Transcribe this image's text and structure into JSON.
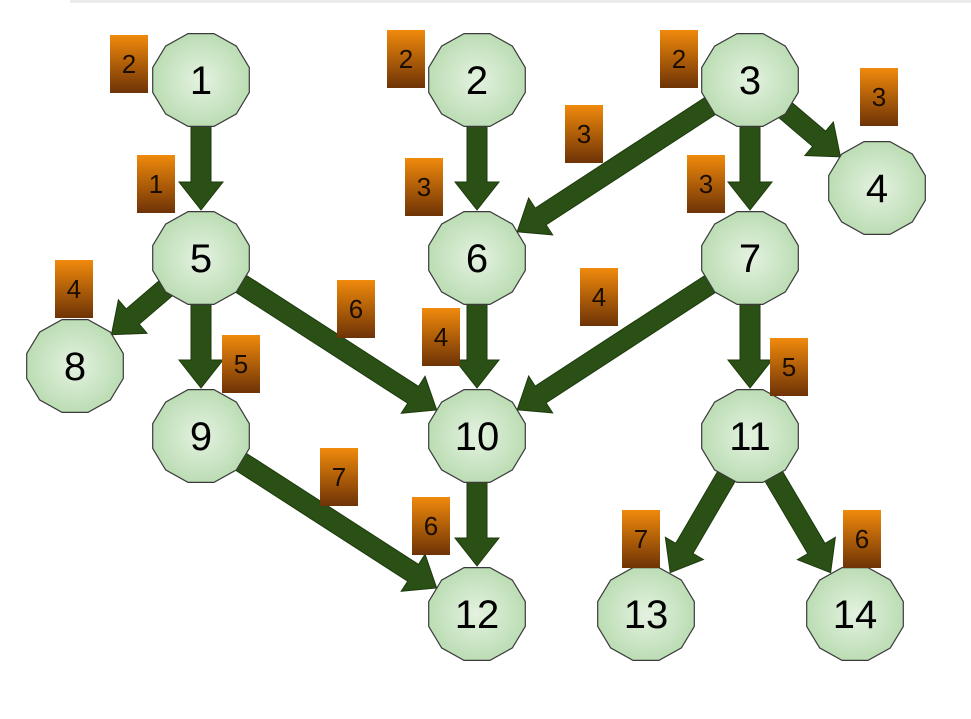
{
  "nodes": [
    {
      "id": "1",
      "label": "1",
      "weight": "2"
    },
    {
      "id": "2",
      "label": "2",
      "weight": "2"
    },
    {
      "id": "3",
      "label": "3",
      "weight": "2"
    },
    {
      "id": "4",
      "label": "4",
      "weight": "3"
    },
    {
      "id": "5",
      "label": "5"
    },
    {
      "id": "6",
      "label": "6"
    },
    {
      "id": "7",
      "label": "7"
    },
    {
      "id": "8",
      "label": "8"
    },
    {
      "id": "9",
      "label": "9"
    },
    {
      "id": "10",
      "label": "10"
    },
    {
      "id": "11",
      "label": "11"
    },
    {
      "id": "12",
      "label": "12"
    },
    {
      "id": "13",
      "label": "13"
    },
    {
      "id": "14",
      "label": "14"
    }
  ],
  "edges": [
    {
      "from": "1",
      "to": "5",
      "weight": "1"
    },
    {
      "from": "2",
      "to": "6",
      "weight": "3"
    },
    {
      "from": "3",
      "to": "6",
      "weight": "3"
    },
    {
      "from": "3",
      "to": "7",
      "weight": "3"
    },
    {
      "from": "3",
      "to": "4",
      "weight": ""
    },
    {
      "from": "5",
      "to": "8",
      "weight": "4"
    },
    {
      "from": "5",
      "to": "9",
      "weight": "5"
    },
    {
      "from": "5",
      "to": "10",
      "weight": "6"
    },
    {
      "from": "6",
      "to": "10",
      "weight": "4"
    },
    {
      "from": "7",
      "to": "10",
      "weight": "4"
    },
    {
      "from": "7",
      "to": "11",
      "weight": "5"
    },
    {
      "from": "9",
      "to": "12",
      "weight": "7"
    },
    {
      "from": "10",
      "to": "12",
      "weight": "6"
    },
    {
      "from": "11",
      "to": "13",
      "weight": "7"
    },
    {
      "from": "11",
      "to": "14",
      "weight": "6"
    }
  ],
  "colors": {
    "node_fill": "#c4e2bd",
    "node_center": "#e4f2e0",
    "node_stroke": "#3a3a3a",
    "arrow": "#2a5016",
    "box_top": "#f08a0c",
    "box_bottom": "#6e3306"
  }
}
